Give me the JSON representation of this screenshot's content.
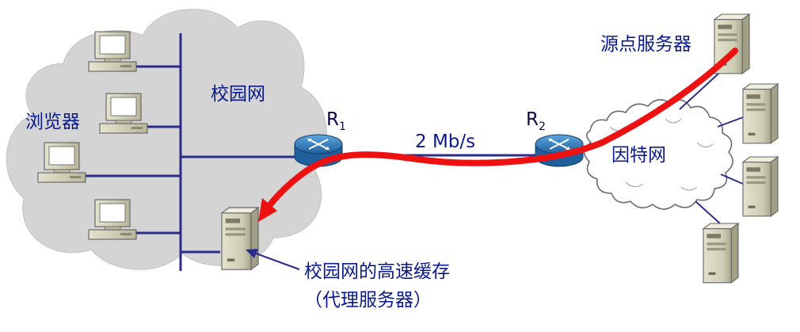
{
  "labels": {
    "campus_net": "校园网",
    "browser": "浏览器",
    "internet": "因特网",
    "origin_server": "源点服务器",
    "r1": "R",
    "r1_sub": "1",
    "r2": "R",
    "r2_sub": "2",
    "link_speed": "2 Mb/s",
    "cache_line1": "校园网的高速缓存",
    "cache_line2": "（代理服务器）"
  },
  "colors": {
    "cloud_campus": "#d4d4d4",
    "cloud_internet": "#ffffff",
    "lines": "#2b2b8c",
    "arrow": "#ee1111",
    "router": "#3a84c4",
    "computer_body": "#d2d0b6",
    "text": "#0a1a8c"
  },
  "icons": {
    "router": "router-icon",
    "computer": "desktop-computer-icon",
    "server": "tower-server-icon"
  }
}
